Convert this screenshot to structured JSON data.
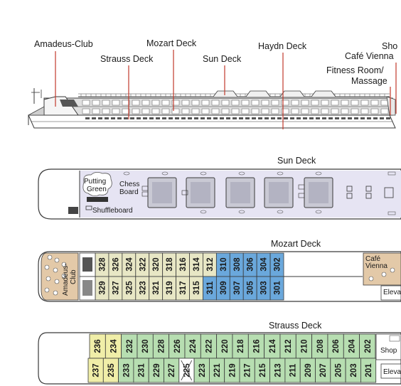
{
  "labels": {
    "amadeus_club": "Amadeus-Club",
    "mozart_deck": "Mozart Deck",
    "strauss_deck": "Strauss Deck",
    "sun_deck": "Sun Deck",
    "haydn_deck": "Haydn Deck",
    "shop": "Sho",
    "cafe_vienna": "Café Vienna",
    "fitness_1": "Fitness Room/",
    "fitness_2": "Massage"
  },
  "sun_deck": {
    "title": "Sun Deck",
    "putting_1": "Putting",
    "putting_2": "Green",
    "chess_1": "Chess",
    "chess_2": "Board",
    "shuffleboard": "Shuffleboard"
  },
  "mozart_deck": {
    "title": "Mozart Deck",
    "amadeus_1": "Amadeus-",
    "amadeus_2": "Club",
    "cafe_1": "Café",
    "cafe_2": "Vienna",
    "elevator": "Eleva",
    "top_cabins": [
      "328",
      "326",
      "324",
      "322",
      "320",
      "318",
      "316",
      "314",
      "312",
      "310",
      "308",
      "306",
      "304",
      "302"
    ],
    "bottom_cabins": [
      "329",
      "327",
      "325",
      "323",
      "321",
      "319",
      "317",
      "315",
      "311",
      "309",
      "307",
      "305",
      "303",
      "301"
    ]
  },
  "strauss_deck": {
    "title": "Strauss Deck",
    "shop": "Shop",
    "elevator": "Eleva",
    "top_cabins": [
      "236",
      "234",
      "232",
      "230",
      "228",
      "226",
      "224",
      "222",
      "220",
      "218",
      "216",
      "214",
      "212",
      "210",
      "208",
      "206",
      "204",
      "202"
    ],
    "bottom_cabins": [
      "237",
      "235",
      "233",
      "231",
      "229",
      "227",
      "225",
      "223",
      "221",
      "219",
      "217",
      "215",
      "213",
      "211",
      "209",
      "207",
      "205",
      "203",
      "201"
    ]
  },
  "colors": {
    "outline": "#3a3a3a",
    "accent_red": "#c0392b",
    "sun_deck_fill": "#e6e4f3",
    "mozart_beige": "#e8e7c5",
    "mozart_blue": "#6aa8dc",
    "strauss_yellow": "#f0eea8",
    "strauss_green": "#b7deb1",
    "lounge_tan": "#e3c9a8",
    "bow_fill": "#f4f4f4"
  }
}
